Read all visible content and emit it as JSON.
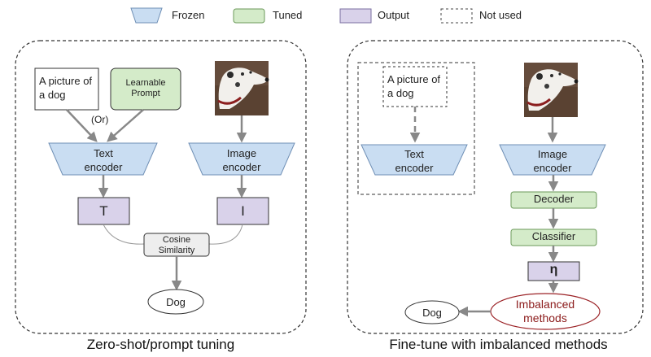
{
  "legend": {
    "frozen": "Frozen",
    "tuned": "Tuned",
    "output": "Output",
    "not_used": "Not used"
  },
  "colors": {
    "frozen": "#c9ddf2",
    "tuned": "#d4ebc9",
    "output": "#d9d2ea",
    "ellipse_accent": "#9b2226",
    "arrow": "#888888"
  },
  "left_panel": {
    "caption": "Zero-shot/prompt tuning",
    "text_prompt": "A picture of a dog",
    "or_label": "(Or)",
    "learnable_prompt": "Learnable Prompt",
    "image_icon": "dog-photo-icon",
    "text_encoder": "Text encoder",
    "image_encoder": "Image encoder",
    "text_output": "T",
    "image_output": "I",
    "similarity": "Cosine Similarity",
    "prediction": "Dog"
  },
  "right_panel": {
    "caption": "Fine-tune with imbalanced methods",
    "text_prompt": "A picture of a dog",
    "image_icon": "dog-photo-icon",
    "text_encoder": "Text encoder",
    "image_encoder": "Image encoder",
    "decoder": "Decoder",
    "classifier": "Classifier",
    "output_symbol": "η",
    "imbalanced": "Imbalanced methods",
    "prediction": "Dog"
  }
}
